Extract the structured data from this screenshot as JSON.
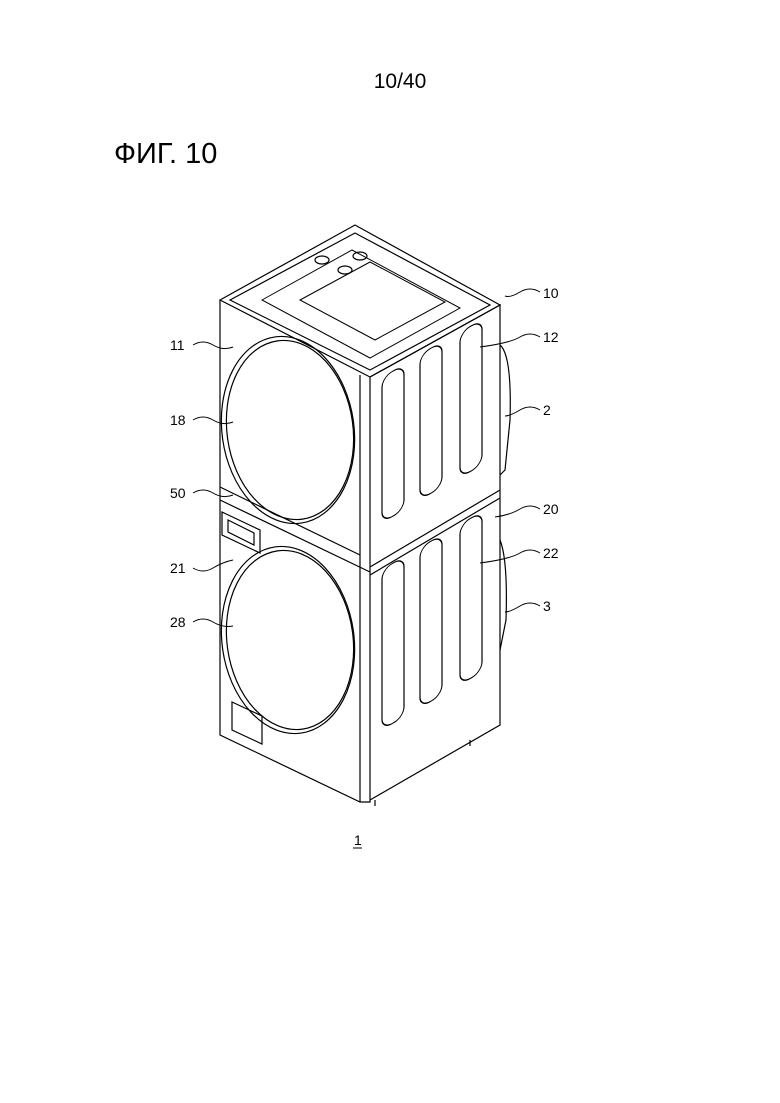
{
  "page_number": "10/40",
  "figure_title": "ФИГ. 10",
  "reference_labels": {
    "r10": "10",
    "r11": "11",
    "r12": "12",
    "r18": "18",
    "r2": "2",
    "r50": "50",
    "r20": "20",
    "r21": "21",
    "r22": "22",
    "r28": "28",
    "r3": "3",
    "r1": "1"
  }
}
